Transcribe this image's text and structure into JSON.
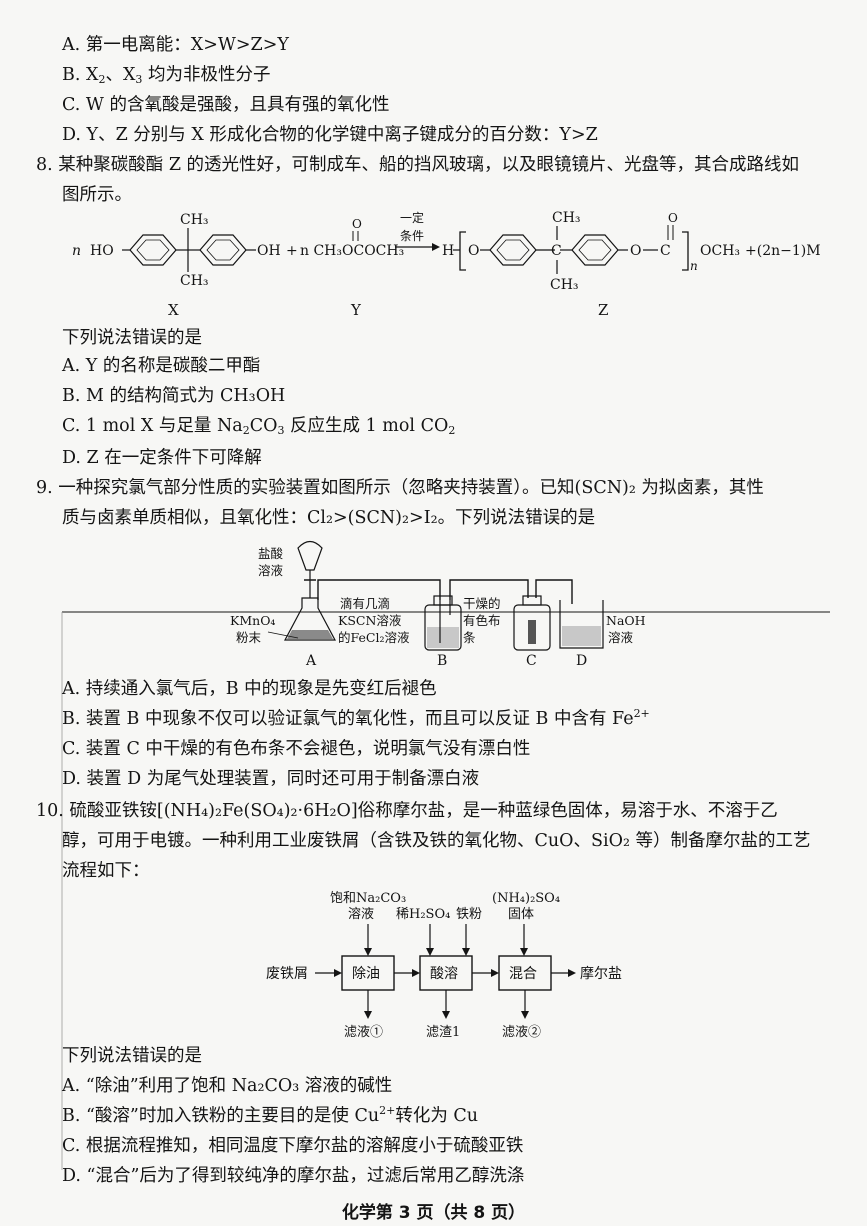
{
  "q7": {
    "a": "A. 第一电离能：X>W>Z>Y",
    "b_pre": "B. X",
    "b_mid": "、X",
    "b_post": " 均为非极性分子",
    "c": "C. W 的含氧酸是强酸，且具有强的氧化性",
    "d": "D. Y、Z 分别与 X 形成化合物的化学键中离子键成分的百分数：Y>Z"
  },
  "q8": {
    "line1": "8. 某种聚碳酸酯 Z 的透光性好，可制成车、船的挡风玻璃，以及眼镜镜片、光盘等，其合成路线如",
    "line2": "图所示。",
    "scheme": {
      "n": "n",
      "ho": "HO",
      "oh": "OH",
      "ch3": "CH₃",
      "plus": "+",
      "y_formula": "n CH₃OCOCH₃",
      "o": "O",
      "cond_top": "一定",
      "cond_bot": "条件",
      "h": "H",
      "och3": "OCH₃",
      "byproduct": "+(2n−1)M",
      "label_x": "X",
      "label_y": "Y",
      "label_z": "Z",
      "n_sub": "n"
    },
    "prompt": "下列说法错误的是",
    "a": "A. Y 的名称是碳酸二甲酯",
    "b": "B. M 的结构简式为 CH₃OH",
    "c_pre": "C. 1 mol X 与足量 Na",
    "c_mid": "CO",
    "c_post": " 反应生成 1 mol CO",
    "d": "D. Z 在一定条件下可降解"
  },
  "q9": {
    "line1": "9. 一种探究氯气部分性质的实验装置如图所示（忽略夹持装置）。已知(SCN)₂ 为拟卤素，其性",
    "line2": "质与卤素单质相似，且氧化性：Cl₂>(SCN)₂>I₂。下列说法错误的是",
    "apparatus": {
      "hcl_1": "盐酸",
      "hcl_2": "溶液",
      "kmno4_1": "KMnO₄",
      "kmno4_2": "粉末",
      "b_1": "滴有几滴",
      "b_2": "KSCN溶液",
      "b_3": "的FeCl₂溶液",
      "c_1": "干燥的",
      "c_2": "有色布",
      "c_3": "条",
      "d_1": "NaOH",
      "d_2": "溶液",
      "lab_a": "A",
      "lab_b": "B",
      "lab_c": "C",
      "lab_d": "D"
    },
    "a": "A. 持续通入氯气后，B 中的现象是先变红后褪色",
    "b_pre": "B. 装置 B 中现象不仅可以验证氯气的氧化性，而且可以反证 B 中含有 Fe",
    "b_sup": "2+",
    "c": "C. 装置 C 中干燥的有色布条不会褪色，说明氯气没有漂白性",
    "d": "D. 装置 D 为尾气处理装置，同时还可用于制备漂白液"
  },
  "q10": {
    "line1": "10. 硫酸亚铁铵[(NH₄)₂Fe(SO₄)₂·6H₂O]俗称摩尔盐，是一种蓝绿色固体，易溶于水、不溶于乙",
    "line2": "醇，可用于电镀。一种利用工业废铁屑（含铁及铁的氧化物、CuO、SiO₂ 等）制备摩尔盐的工艺",
    "line3": "流程如下：",
    "flow": {
      "in1_1": "饱和Na₂CO₃",
      "in1_2": "溶液",
      "in2": "稀H₂SO₄",
      "in3": "铁粉",
      "in4_1": "(NH₄)₂SO₄",
      "in4_2": "固体",
      "start": "废铁屑",
      "box1": "除油",
      "box2": "酸溶",
      "box3": "混合",
      "end": "摩尔盐",
      "out1": "滤液①",
      "out2": "滤渣1",
      "out3": "滤液②"
    },
    "prompt": "下列说法错误的是",
    "a": "A. “除油”利用了饱和 Na₂CO₃ 溶液的碱性",
    "b_pre": "B. “酸溶”时加入铁粉的主要目的是使 Cu",
    "b_sup": "2+",
    "b_post": "转化为 Cu",
    "c": "C. 根据流程推知，相同温度下摩尔盐的溶解度小于硫酸亚铁",
    "d": "D. “混合”后为了得到较纯净的摩尔盐，过滤后常用乙醇洗涤"
  },
  "footer": "化学第 3 页（共 8 页）"
}
